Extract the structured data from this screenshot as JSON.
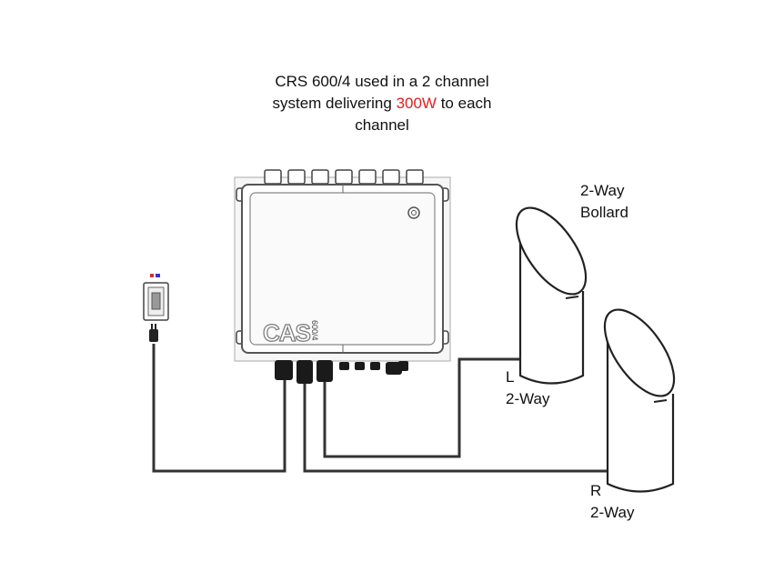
{
  "caption": {
    "before": "CRS 600/4 used in a 2 channel",
    "line2_prefix": "system delivering ",
    "highlight": "300W",
    "line2_suffix": " to each",
    "line3": "channel"
  },
  "device": {
    "logo": "CAS",
    "model": "600/4"
  },
  "bollard_label": {
    "line1": "2-Way",
    "line2": "Bollard"
  },
  "left_channel": {
    "letter": "L",
    "type": "2-Way"
  },
  "right_channel": {
    "letter": "R",
    "type": "2-Way"
  },
  "colors": {
    "highlight": "#e02020",
    "wire": "#333333",
    "outline": "#444444"
  }
}
